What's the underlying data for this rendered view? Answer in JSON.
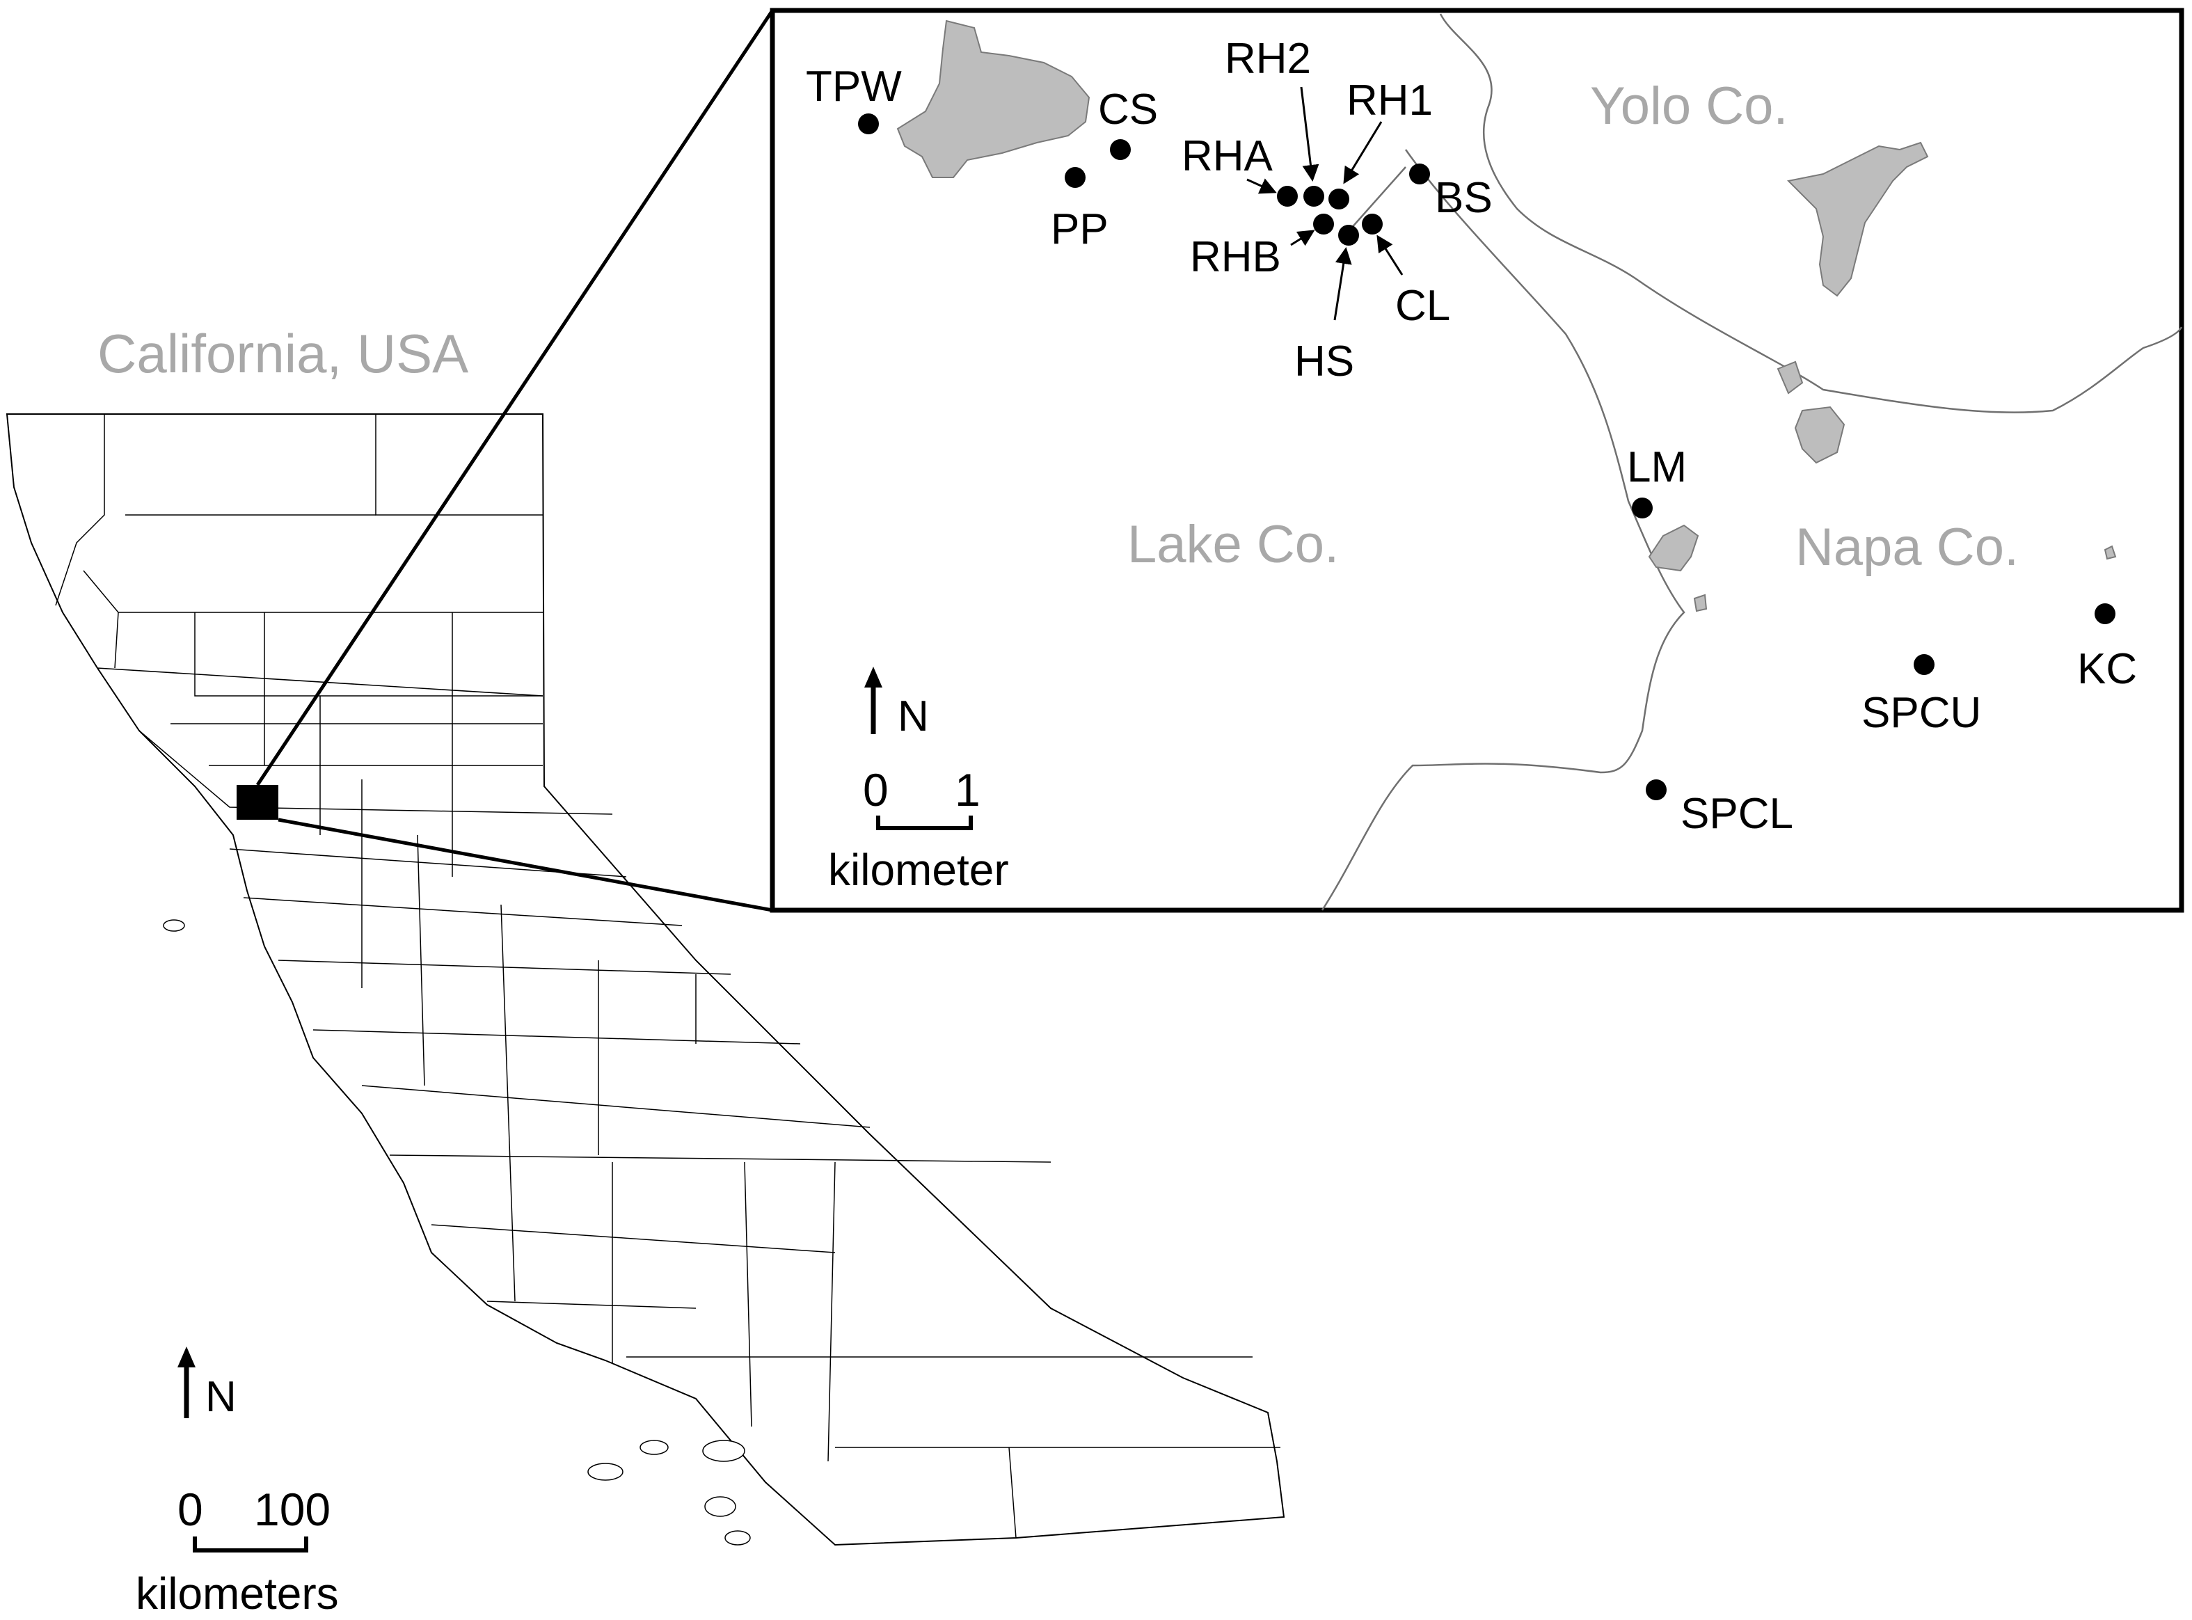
{
  "overview": {
    "title": "California, USA",
    "north_label": "N",
    "scale": {
      "start": "0",
      "end": "100",
      "unit": "kilometers"
    }
  },
  "inset": {
    "north_label": "N",
    "scale": {
      "start": "0",
      "end": "1",
      "unit": "kilometer"
    },
    "county_labels": {
      "yolo": "Yolo Co.",
      "lake": "Lake Co.",
      "napa": "Napa Co."
    },
    "sites": [
      {
        "id": "TPW",
        "label": "TPW"
      },
      {
        "id": "CS",
        "label": "CS"
      },
      {
        "id": "PP",
        "label": "PP"
      },
      {
        "id": "RH2",
        "label": "RH2"
      },
      {
        "id": "RH1",
        "label": "RH1"
      },
      {
        "id": "RHA",
        "label": "RHA"
      },
      {
        "id": "RHB",
        "label": "RHB"
      },
      {
        "id": "BS",
        "label": "BS"
      },
      {
        "id": "HS",
        "label": "HS"
      },
      {
        "id": "CL",
        "label": "CL"
      },
      {
        "id": "LM",
        "label": "LM"
      },
      {
        "id": "KC",
        "label": "KC"
      },
      {
        "id": "SPCU",
        "label": "SPCU"
      },
      {
        "id": "SPCL",
        "label": "SPCL"
      }
    ]
  },
  "colors": {
    "water": "#bdbdbd",
    "county_label": "#a8a8a8",
    "boundary": "#707070",
    "ink": "#000000"
  }
}
